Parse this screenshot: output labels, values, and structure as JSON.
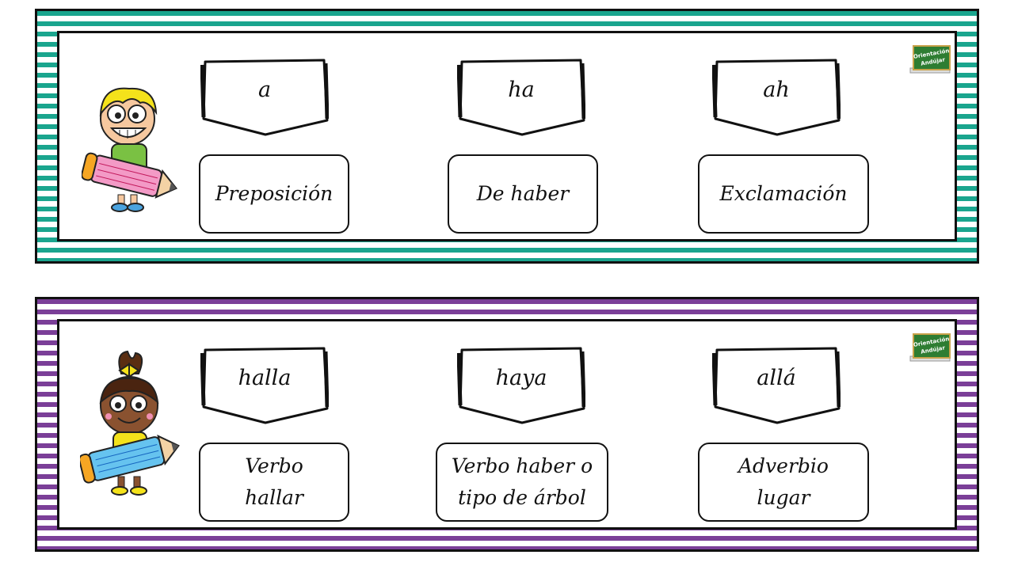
{
  "colors": {
    "teal_stripe": "#1aa58e",
    "purple_stripe": "#7b3f98",
    "border": "#111111"
  },
  "logo": {
    "line1": "Orientación",
    "line2": "Andújar",
    "icon": "chalkboard-logo"
  },
  "cards": [
    {
      "theme": "teal",
      "character": "boy-with-pink-pencil",
      "words": [
        "a",
        "ha",
        "ah"
      ],
      "meanings": [
        "Preposición",
        "De haber",
        "Exclamación"
      ]
    },
    {
      "theme": "purple",
      "character": "girl-with-blue-pencil",
      "words": [
        "halla",
        "haya",
        "allá"
      ],
      "meanings": [
        "Verbo\nhallar",
        "Verbo haber o\ntipo de árbol",
        "Adverbio\nlugar"
      ]
    }
  ]
}
